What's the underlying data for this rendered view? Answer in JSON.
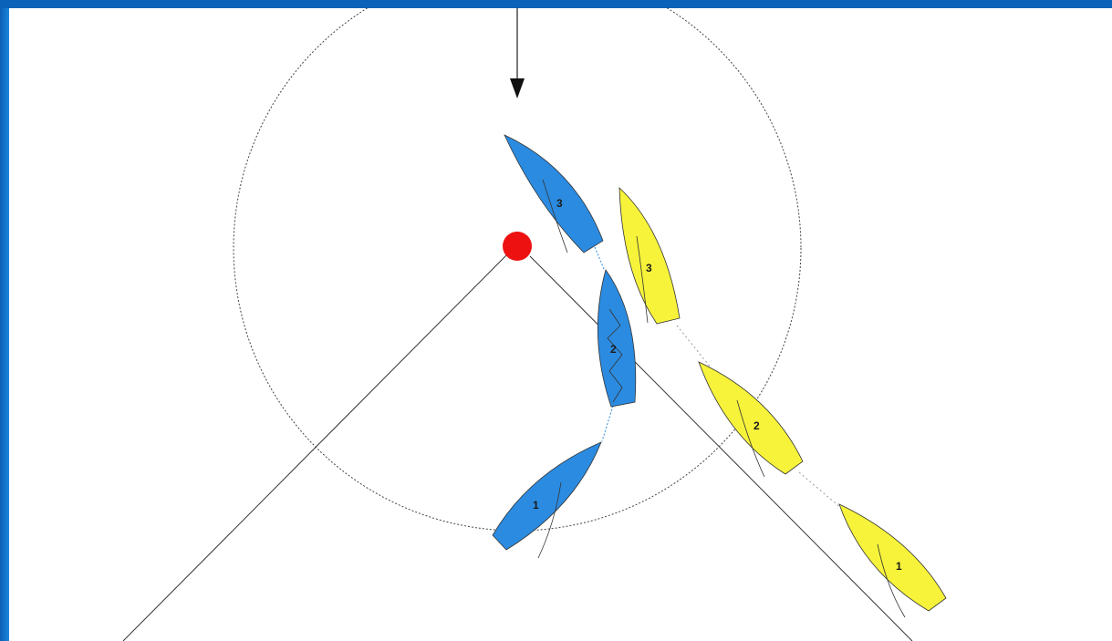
{
  "diagram": {
    "colors": {
      "frame": "#0a63b8",
      "background": "#ffffff",
      "mark": "#ee1111",
      "boat_blue": "#2b8be0",
      "boat_yellow": "#f6f33a",
      "line": "#333333"
    },
    "wind_arrow_icon": "arrow-down-icon",
    "blue_boats": [
      {
        "label": "1"
      },
      {
        "label": "2"
      },
      {
        "label": "3"
      }
    ],
    "yellow_boats": [
      {
        "label": "1"
      },
      {
        "label": "2"
      },
      {
        "label": "3"
      }
    ]
  }
}
